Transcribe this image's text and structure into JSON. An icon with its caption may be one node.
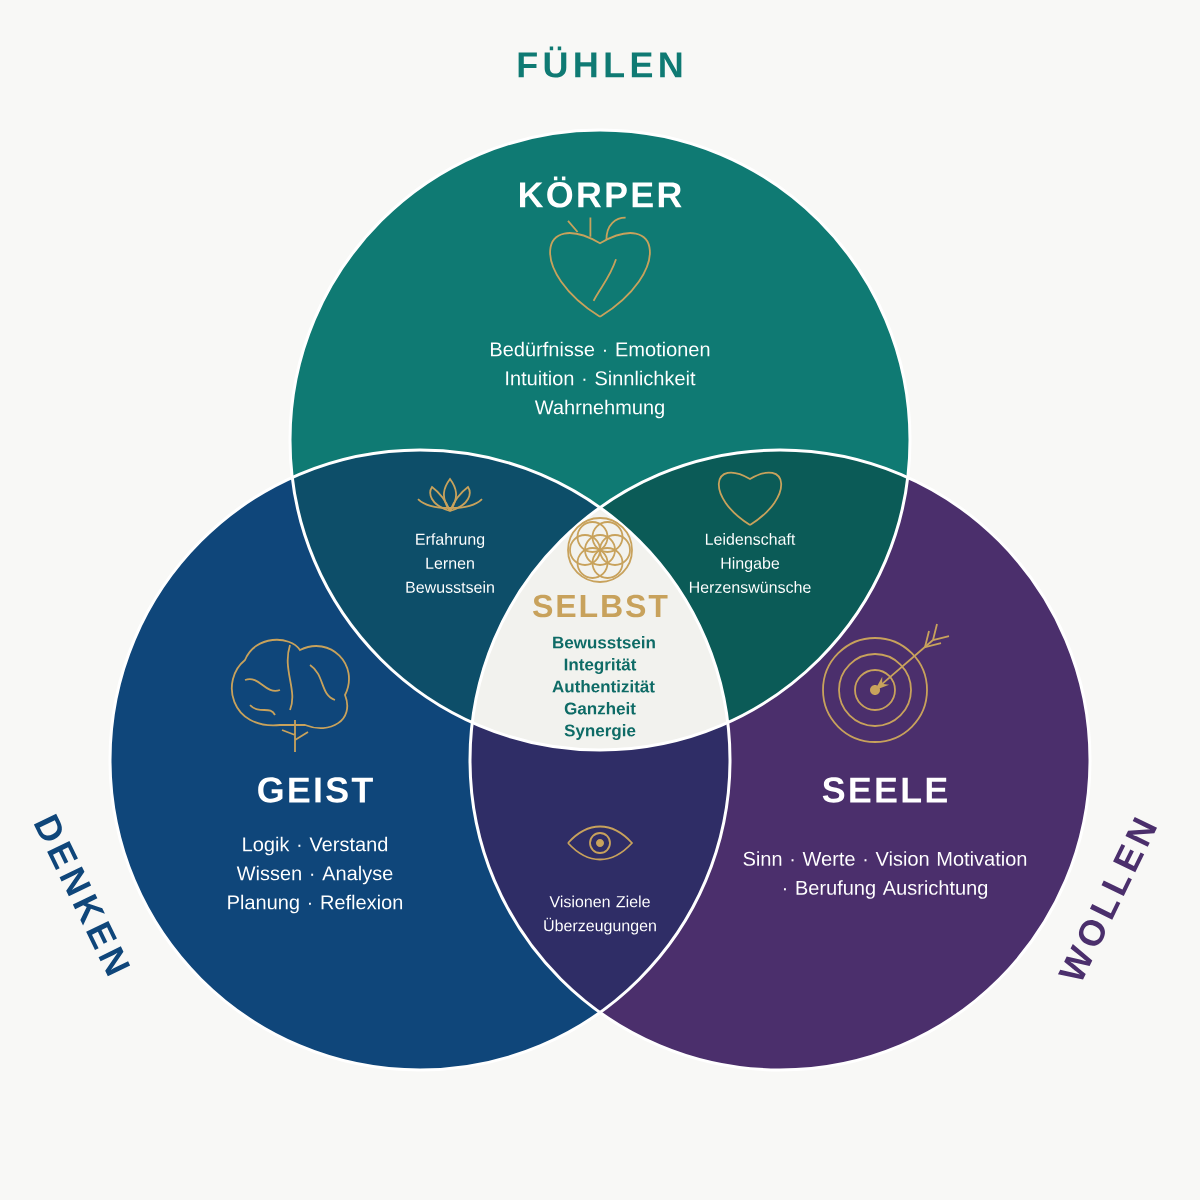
{
  "diagram": {
    "nodes": [
      {
        "text": [
          "KÖRPER",
          "Bedürfnisse · Emotionen Intuition · Sinnlichkeit Wahrnehmung"
        ]
      },
      {
        "text": [
          "GEIST",
          "Logik · Verstand Wissen · Analyse Planung · Reflexion"
        ]
      },
      {
        "text": [
          "SEELE",
          "Sinn · Werte · Vision Motivation · Berufung Ausrichtung"
        ]
      },
      {
        "text": [
          "Erfahrung Lernen Bewusstsein"
        ]
      },
      {
        "text": [
          "Leidenschaft Hingabe Herzenswünsche"
        ]
      },
      {
        "text": [
          "SELBST",
          "Bewusstsein Integrität Authentizität Ganzheit Synergie"
        ]
      },
      {
        "text": [
          "Visionen Ziele Überzeugungen"
        ]
      }
    ],
    "labels": [
      "FÜHLEN",
      "DENKEN",
      "WOLLEN"
    ]
  }
}
